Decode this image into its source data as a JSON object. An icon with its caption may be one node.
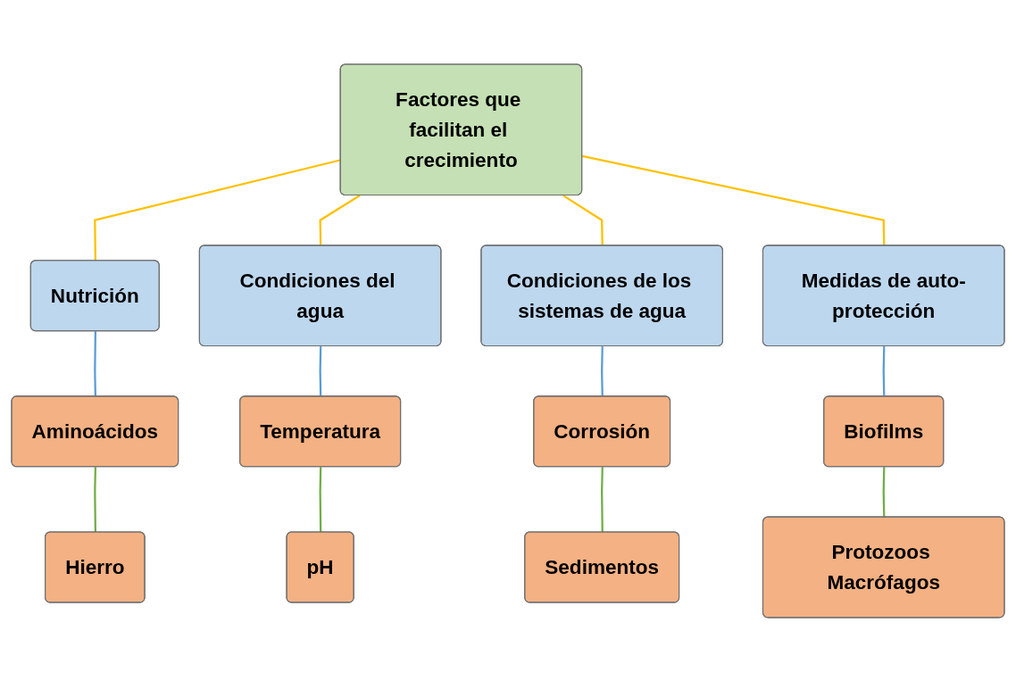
{
  "diagram": {
    "nodes": [
      {
        "text": [
          "Factores que facilitan el crecimiento"
        ]
      },
      {
        "text": [
          "Nutrición"
        ]
      },
      {
        "text": [
          "Condiciones del agua"
        ]
      },
      {
        "text": [
          "Condiciones de los sistemas de agua"
        ]
      },
      {
        "text": [
          "Medidas de auto-protección"
        ]
      },
      {
        "text": [
          "Aminoácidos"
        ]
      },
      {
        "text": [
          "Temperatura"
        ]
      },
      {
        "text": [
          "Corrosión"
        ]
      },
      {
        "text": [
          "Biofilms"
        ]
      },
      {
        "text": [
          "Hierro"
        ]
      },
      {
        "text": [
          "pH"
        ]
      },
      {
        "text": [
          "Sedimentos"
        ]
      },
      {
        "text": [
          "Protozoos Macrófagos"
        ]
      }
    ],
    "edges": [
      {
        "from": 0,
        "to": 1,
        "arrow": "none",
        "color": "#ffc000"
      },
      {
        "from": 0,
        "to": 2,
        "arrow": "none",
        "color": "#ffc000"
      },
      {
        "from": 0,
        "to": 3,
        "arrow": "none",
        "color": "#ffc000"
      },
      {
        "from": 0,
        "to": 4,
        "arrow": "none",
        "color": "#ffc000"
      },
      {
        "from": 1,
        "to": 5,
        "arrow": "none",
        "color": "#5b9bd5"
      },
      {
        "from": 2,
        "to": 6,
        "arrow": "none",
        "color": "#5b9bd5"
      },
      {
        "from": 3,
        "to": 7,
        "arrow": "none",
        "color": "#5b9bd5"
      },
      {
        "from": 4,
        "to": 8,
        "arrow": "none",
        "color": "#5b9bd5"
      },
      {
        "from": 5,
        "to": 9,
        "arrow": "none",
        "color": "#70ad47"
      },
      {
        "from": 6,
        "to": 10,
        "arrow": "none",
        "color": "#70ad47"
      },
      {
        "from": 7,
        "to": 11,
        "arrow": "none",
        "color": "#70ad47"
      },
      {
        "from": 8,
        "to": 12,
        "arrow": "none",
        "color": "#70ad47"
      }
    ]
  }
}
